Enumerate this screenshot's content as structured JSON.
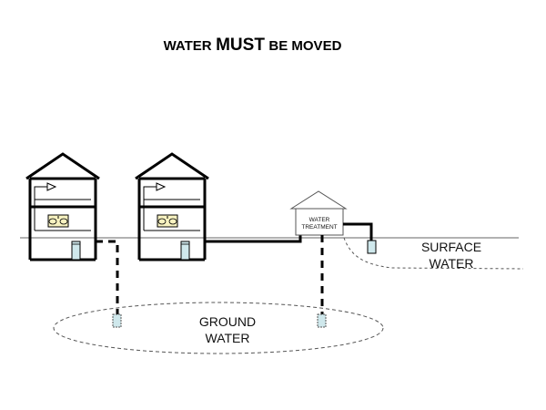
{
  "title": {
    "prefix": "WATER",
    "emphasis": "MUST",
    "suffix": "BE MOVED"
  },
  "labels": {
    "surface_water": [
      "SURFACE",
      "WATER"
    ],
    "ground_water": [
      "GROUND",
      "WATER"
    ],
    "water_treatment": [
      "WATER",
      "TREATMENT"
    ]
  },
  "icons": {
    "house": "house-icon",
    "faucet": "faucet-icon",
    "sink": "sink-icon",
    "water_heater": "water-tank-icon",
    "treatment_plant": "treatment-building-icon",
    "well": "well-icon",
    "intake": "intake-icon"
  },
  "colors": {
    "line": "#000000",
    "sink_fill": "#f7f2c0",
    "tank_fill": "#cfe8ec",
    "ground_line": "#666666"
  }
}
